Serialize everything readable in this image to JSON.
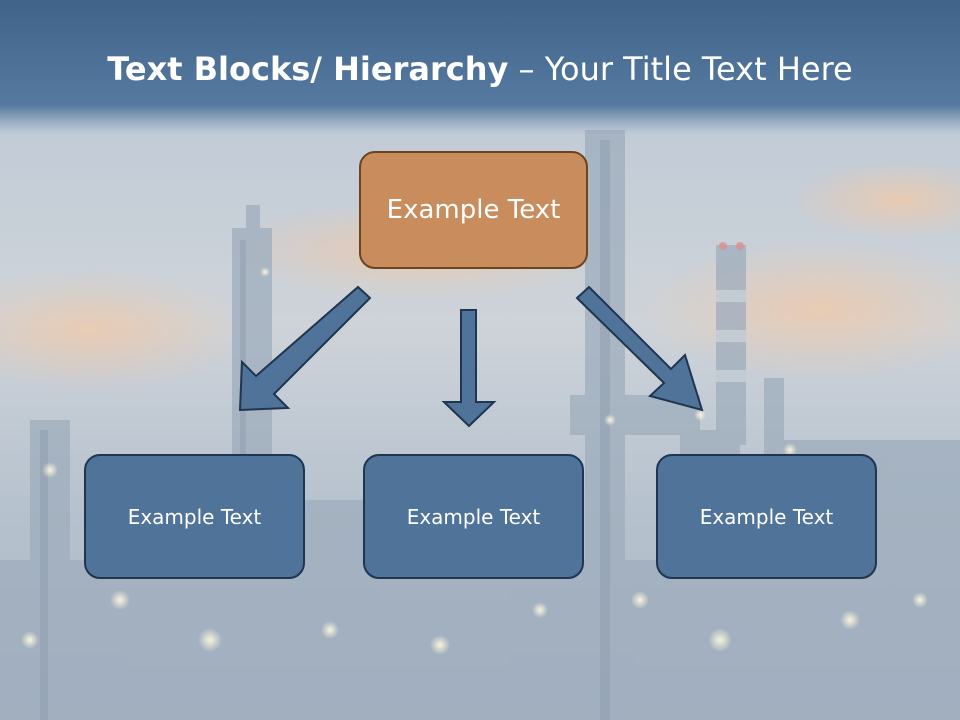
{
  "slide": {
    "title_bold": "Text Blocks/ Hierarchy",
    "title_dash": " – ",
    "title_rest": "Your Title Text Here"
  },
  "diagram": {
    "root": {
      "label": "Example Text",
      "color": "#c88c5d"
    },
    "children": [
      {
        "label": "Example Text",
        "color": "#4f7399"
      },
      {
        "label": "Example Text",
        "color": "#4f7399"
      },
      {
        "label": "Example Text",
        "color": "#4f7399"
      }
    ],
    "arrow_color": "#4f7399"
  },
  "theme": {
    "header_color": "#3f6a92",
    "background_sky": "#b9c6d4",
    "background_glow": "#e3b88f"
  }
}
